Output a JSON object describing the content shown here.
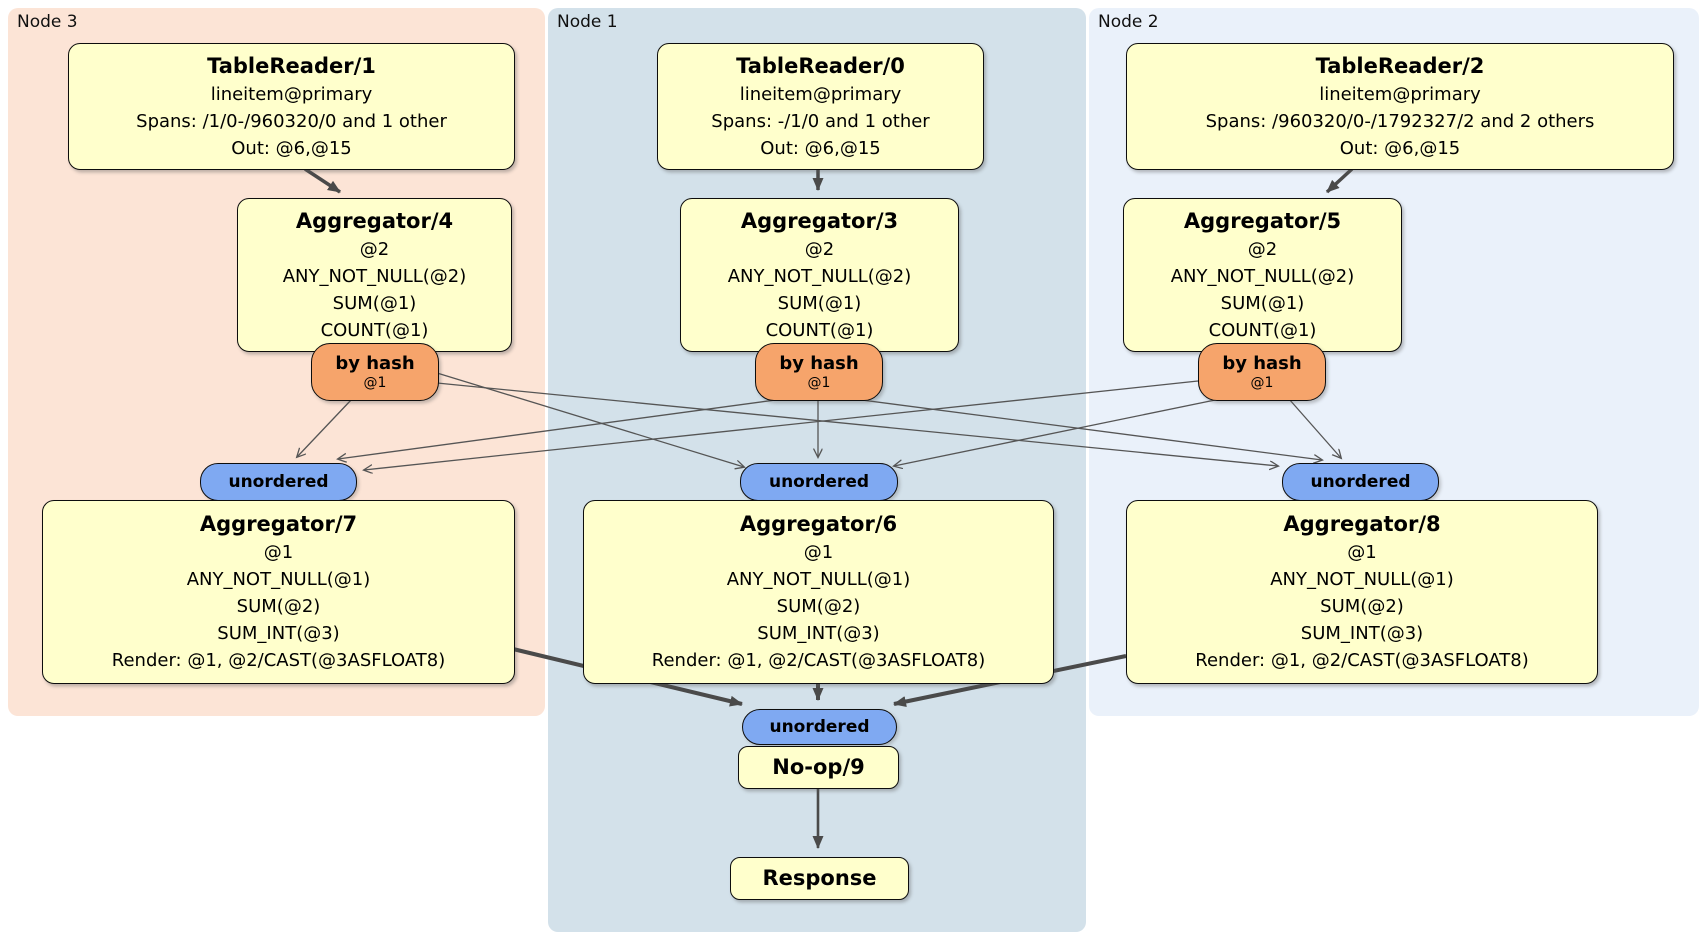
{
  "panels": [
    {
      "label": "Node 3",
      "bg": "#fce4d6"
    },
    {
      "label": "Node 1",
      "bg": "#d3e1ea"
    },
    {
      "label": "Node 2",
      "bg": "#eaf1fa"
    }
  ],
  "processors": {
    "tablereader1": {
      "title": "TableReader/1",
      "lines": [
        "lineitem@primary",
        "Spans: /1/0-/960320/0 and 1 other",
        "Out: @6,@15"
      ]
    },
    "tablereader0": {
      "title": "TableReader/0",
      "lines": [
        "lineitem@primary",
        "Spans: -/1/0 and 1 other",
        "Out: @6,@15"
      ]
    },
    "tablereader2": {
      "title": "TableReader/2",
      "lines": [
        "lineitem@primary",
        "Spans: /960320/0-/1792327/2 and 2 others",
        "Out: @6,@15"
      ]
    },
    "aggregator4": {
      "title": "Aggregator/4",
      "lines": [
        "@2",
        "ANY_NOT_NULL(@2)",
        "SUM(@1)",
        "COUNT(@1)"
      ]
    },
    "aggregator3": {
      "title": "Aggregator/3",
      "lines": [
        "@2",
        "ANY_NOT_NULL(@2)",
        "SUM(@1)",
        "COUNT(@1)"
      ]
    },
    "aggregator5": {
      "title": "Aggregator/5",
      "lines": [
        "@2",
        "ANY_NOT_NULL(@2)",
        "SUM(@1)",
        "COUNT(@1)"
      ]
    },
    "aggregator7": {
      "title": "Aggregator/7",
      "lines": [
        "@1",
        "ANY_NOT_NULL(@1)",
        "SUM(@2)",
        "SUM_INT(@3)",
        "Render: @1, @2/CAST(@3ASFLOAT8)"
      ]
    },
    "aggregator6": {
      "title": "Aggregator/6",
      "lines": [
        "@1",
        "ANY_NOT_NULL(@1)",
        "SUM(@2)",
        "SUM_INT(@3)",
        "Render: @1, @2/CAST(@3ASFLOAT8)"
      ]
    },
    "aggregator8": {
      "title": "Aggregator/8",
      "lines": [
        "@1",
        "ANY_NOT_NULL(@1)",
        "SUM(@2)",
        "SUM_INT(@3)",
        "Render: @1, @2/CAST(@3ASFLOAT8)"
      ]
    },
    "noop9": {
      "title": "No-op/9"
    },
    "response": {
      "title": "Response"
    }
  },
  "router": {
    "label": "by hash",
    "detail": "@1"
  },
  "sync": {
    "label": "unordered"
  },
  "colors": {
    "panel_node3": "#fce4d6",
    "panel_node1": "#d3e1ea",
    "panel_node2": "#eaf1fa",
    "processor_fill": "#ffffcc",
    "router_fill": "#f6a46b",
    "sync_fill": "#7fa9f2",
    "edge_thick": "#4a4a4a",
    "edge_thin": "#555555",
    "border": "#0d0d0d"
  }
}
